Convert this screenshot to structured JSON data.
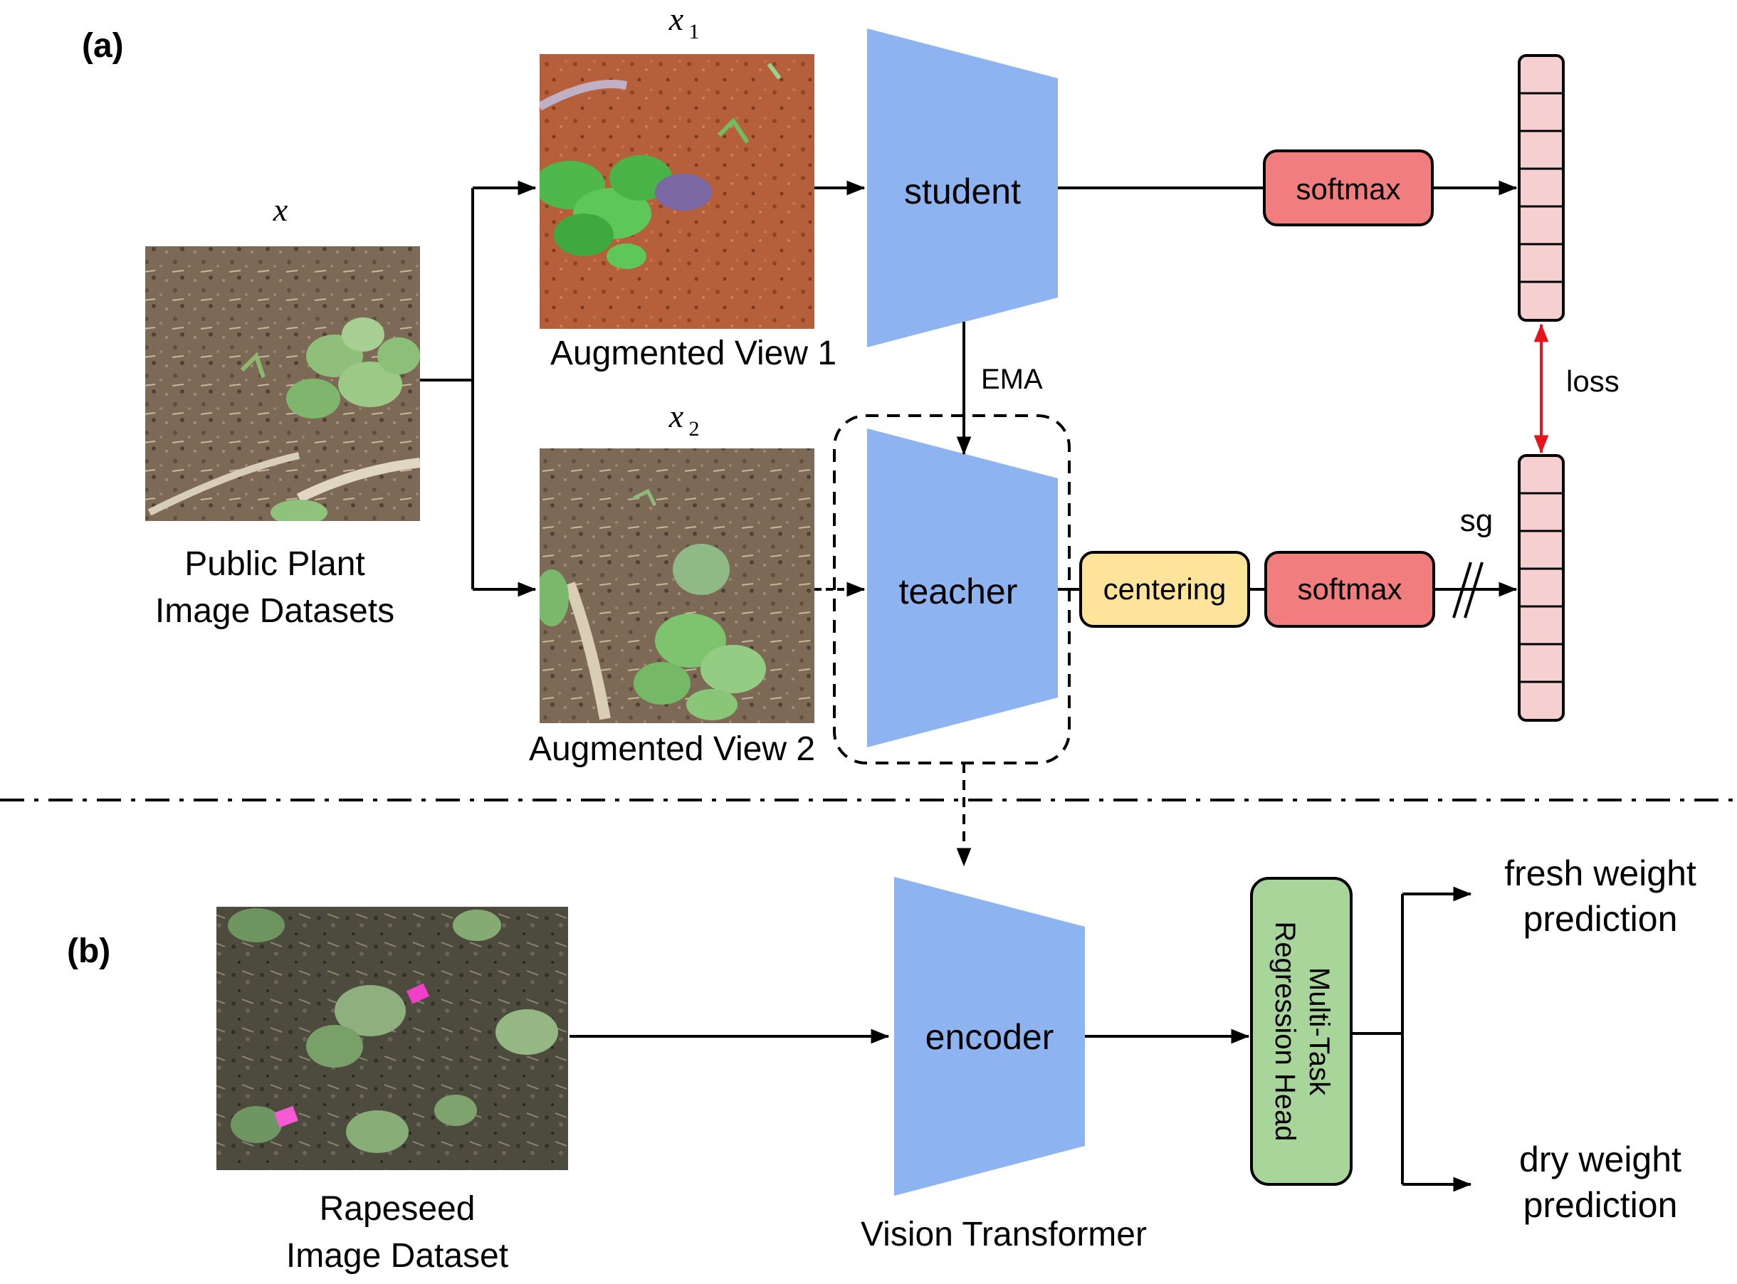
{
  "panel_a": {
    "label": "(a)",
    "var_x": "x",
    "var_x1": "x",
    "var_x1_sub": "1",
    "var_x2": "x",
    "var_x2_sub": "2",
    "source_line1": "Public Plant",
    "source_line2": "Image Datasets",
    "view1": "Augmented View 1",
    "view2": "Augmented View 2",
    "student": "student",
    "teacher": "teacher",
    "ema": "EMA",
    "softmax_top": "softmax",
    "centering": "centering",
    "softmax_bottom": "softmax",
    "sg": "sg",
    "loss": "loss"
  },
  "panel_b": {
    "label": "(b)",
    "dataset_line1": "Rapeseed",
    "dataset_line2": "Image Dataset",
    "encoder": "encoder",
    "model_caption": "Vision Transformer",
    "head_line1": "Multi-Task",
    "head_line2": "Regression Head",
    "out1_line1": "fresh weight",
    "out1_line2": "prediction",
    "out2_line1": "dry weight",
    "out2_line2": "prediction"
  },
  "colors": {
    "network_blue": "#8db3f0",
    "softmax_red": "#f17d7e",
    "centering_yellow": "#fde49a",
    "head_green": "#a8d59a",
    "vector_pink": "#f6cfd1",
    "loss_arrow": "#e8141b",
    "soil_brown": "#7a6a58",
    "soil_red": "#b2603c",
    "leaf_green": "#5cbd56"
  },
  "icons": {
    "plant_image": "photo-plant-soil",
    "rapeseed_image": "photo-rapeseed-field"
  }
}
